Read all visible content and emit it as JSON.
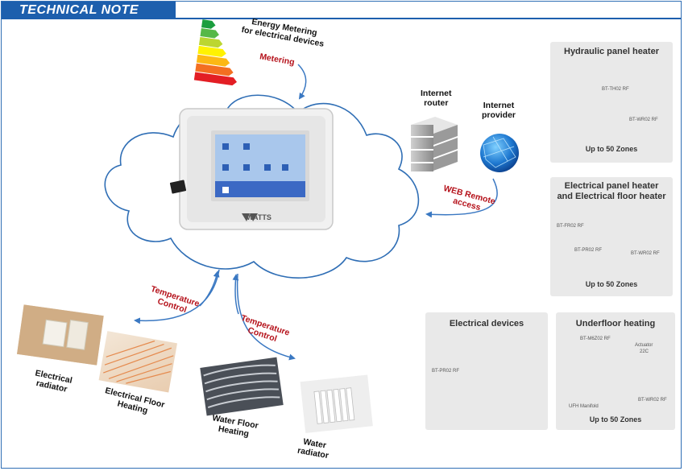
{
  "header": {
    "title": "TECHNICAL NOTE"
  },
  "energy": {
    "title_line1": "Energy Metering",
    "title_line2": "for electrical devices",
    "metering_label": "Metering"
  },
  "thermostat": {
    "brand": "WATTS"
  },
  "internet": {
    "router_line1": "Internet",
    "router_line2": "router",
    "provider_line1": "Internet",
    "provider_line2": "provider",
    "web_line1": "WEB Remote",
    "web_line2": "access"
  },
  "control": {
    "left_line1": "Temperature",
    "left_line2": "Control",
    "right_line1": "Temperature",
    "right_line2": "Control"
  },
  "devices": {
    "electrical_radiator_line1": "Electrical",
    "electrical_radiator_line2": "radiator",
    "electrical_floor_line1": "Electrical Floor",
    "electrical_floor_line2": "Heating",
    "water_floor_line1": "Water Floor",
    "water_floor_line2": "Heating",
    "water_radiator_line1": "Water",
    "water_radiator_line2": "radiator"
  },
  "panels": {
    "hydraulic": {
      "title": "Hydraulic panel heater",
      "code1": "BT-TH02 RF",
      "code2": "BT-WR02 RF",
      "footer": "Up to 50 Zones"
    },
    "electrical_panel": {
      "title_line1": "Electrical panel heater",
      "title_line2": "and Electrical floor heater",
      "code1": "BT-FR02 RF",
      "code2": "BT-PR02 RF",
      "code3": "BT-WR02 RF",
      "footer": "Up to 50 Zones"
    },
    "electrical_devices": {
      "title": "Electrical devices",
      "code1": "BT-PR02 RF"
    },
    "underfloor": {
      "title": "Underfloor heating",
      "code1": "BT-M6Z02 RF",
      "code2": "Actuator",
      "code3": "22C",
      "code4": "UFH Manifold",
      "code5": "BT-WR02 RF",
      "footer": "Up to 50 Zones"
    }
  },
  "colors": {
    "accent_blue": "#1d5fad",
    "label_red": "#b5121b",
    "cloud_stroke": "#2f6eb5",
    "panel_bg": "#e9e9e9"
  }
}
